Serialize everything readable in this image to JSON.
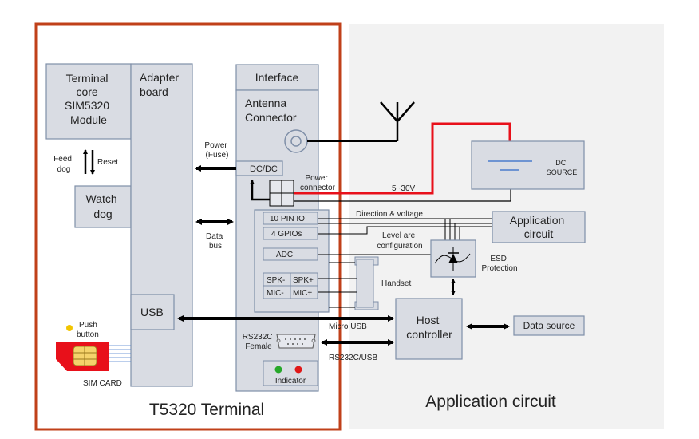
{
  "terminal": {
    "title": "T5320 Terminal",
    "core_lines": [
      "Terminal",
      "core",
      "SIM5320",
      "Module"
    ],
    "adapter_lines": [
      "Adapter",
      "board"
    ],
    "feed_lines": [
      "Feed",
      "dog"
    ],
    "reset": "Reset",
    "watchdog_lines": [
      "Watch",
      "dog"
    ],
    "usb": "USB",
    "push_lines": [
      "Push",
      "button"
    ],
    "sim_card": "SIM CARD",
    "interface": "Interface",
    "antenna_lines": [
      "Antenna",
      "Connector"
    ],
    "power_lines": [
      "Power",
      "(Fuse)"
    ],
    "dcdc": "DC/DC",
    "power_connector_lines": [
      "Power",
      "connector"
    ],
    "data_bus_lines": [
      "Data",
      "bus"
    ],
    "pin_io": "10 PIN IO",
    "gpios": "4 GPIOs",
    "adc": "ADC",
    "spk_minus": "SPK-",
    "spk_plus": "SPK+",
    "mic_minus": "MIC-",
    "mic_plus": "MIC+",
    "rs232_lines": [
      "RS232C",
      "Female"
    ],
    "indicator": "Indicator"
  },
  "application": {
    "title": "Application circuit",
    "dc_source_lines": [
      "DC",
      "SOURCE"
    ],
    "voltage": "5~30V",
    "direction": "Direction & voltage",
    "level_lines": [
      "Level are",
      "configuration"
    ],
    "app_circuit_lines": [
      "Application",
      "circuit"
    ],
    "esd_lines": [
      "ESD",
      "Protection"
    ],
    "handset": "Handset",
    "micro_usb": "Micro USB",
    "host_lines": [
      "Host",
      "controller"
    ],
    "rs232usb": "RS232C/USB",
    "data_source": "Data source"
  },
  "colors": {
    "frame": "#c0401a",
    "panel": "#f2f2f2",
    "box": "#d9dce3",
    "box_stroke": "#7f8fa8",
    "power_line": "#e8101a",
    "led_green": "#27a82a",
    "led_red": "#e01818",
    "sim_red": "#e8101a",
    "sim_chip": "#f5d36b",
    "push_dot": "#f2c500"
  }
}
